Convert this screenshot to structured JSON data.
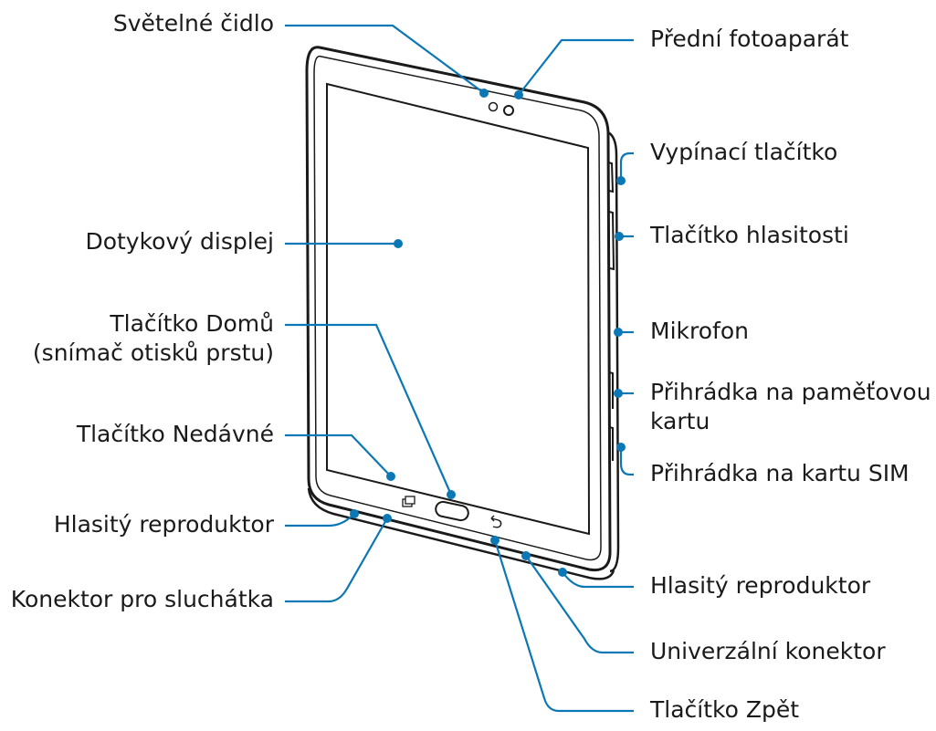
{
  "labels": {
    "light_sensor": "Světelné čidlo",
    "front_camera": "Přední fotoaparát",
    "power_button": "Vypínací tlačítko",
    "volume_button": "Tlačítko hlasitosti",
    "touchscreen": "Dotykový displej",
    "home_button_line1": "Tlačítko Domů",
    "home_button_line2": "(snímač otisků prstu)",
    "microphone": "Mikrofon",
    "memory_card_tray_line1": "Přihrádka na paměťovou",
    "memory_card_tray_line2": "kartu",
    "recent_button": "Tlačítko Nedávné",
    "sim_tray": "Přihrádka na kartu SIM",
    "speaker_left": "Hlasitý reproduktor",
    "headset_jack": "Konektor pro sluchátka",
    "speaker_right": "Hlasitý reproduktor",
    "multipurpose_jack": "Univerzální konektor",
    "back_button": "Tlačítko Zpět"
  },
  "colors": {
    "leader": "#0b77b4",
    "device_outline": "#1a1a1a",
    "text": "#1a1a1a"
  }
}
